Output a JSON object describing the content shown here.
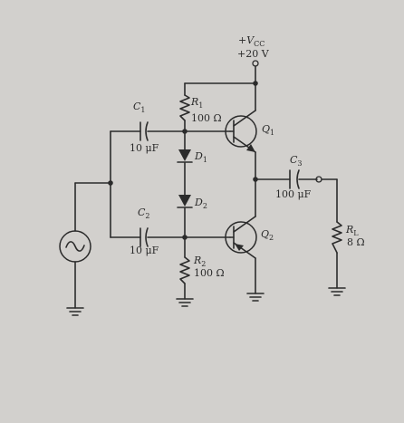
{
  "supply": {
    "name": "+V",
    "sub": "CC",
    "value": "+20 V"
  },
  "components": {
    "r1": {
      "name": "R",
      "sub": "1",
      "value": "100 Ω"
    },
    "r2": {
      "name": "R",
      "sub": "2",
      "value": "100 Ω"
    },
    "rl": {
      "name": "R",
      "sub": "L",
      "value": "8 Ω"
    },
    "c1": {
      "name": "C",
      "sub": "1",
      "value": "10 μF"
    },
    "c2": {
      "name": "C",
      "sub": "2",
      "value": "10 μF"
    },
    "c3": {
      "name": "C",
      "sub": "3",
      "value": "100 μF"
    },
    "d1": {
      "name": "D",
      "sub": "1"
    },
    "d2": {
      "name": "D",
      "sub": "2"
    },
    "q1": {
      "name": "Q",
      "sub": "1"
    },
    "q2": {
      "name": "Q",
      "sub": "2"
    }
  }
}
